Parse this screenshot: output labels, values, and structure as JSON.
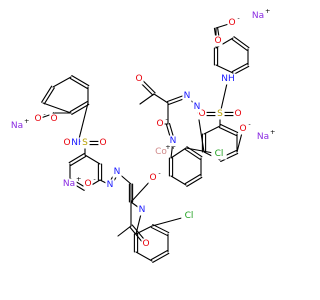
{
  "structure": {
    "atoms": [
      {
        "id": "na1",
        "t": "Na",
        "el": "Na",
        "ch": "+"
      },
      {
        "id": "na2",
        "t": "Na",
        "el": "Na",
        "ch": "+"
      },
      {
        "id": "na3",
        "t": "Na",
        "el": "Na",
        "ch": "+"
      },
      {
        "id": "na4",
        "t": "Na",
        "el": "Na",
        "ch": "+"
      },
      {
        "id": "co",
        "t": "Co",
        "el": "Co",
        "ch": "++"
      },
      {
        "id": "uo1",
        "t": "O",
        "el": "O",
        "ch": "-"
      },
      {
        "id": "uo2",
        "t": "O",
        "el": "O",
        "ch": ""
      },
      {
        "id": "unh",
        "t": "NH",
        "el": "N",
        "ch": ""
      },
      {
        "id": "us",
        "t": "S",
        "el": "S",
        "ch": ""
      },
      {
        "id": "uso1",
        "t": "O",
        "el": "O",
        "ch": ""
      },
      {
        "id": "uso2",
        "t": "O",
        "el": "O",
        "ch": ""
      },
      {
        "id": "uph",
        "t": "O",
        "el": "O",
        "ch": "-"
      },
      {
        "id": "unn1",
        "t": "N",
        "el": "N",
        "ch": ""
      },
      {
        "id": "unn2",
        "t": "N",
        "el": "N",
        "ch": ""
      },
      {
        "id": "uac",
        "t": "O",
        "el": "O",
        "ch": ""
      },
      {
        "id": "uen",
        "t": "O",
        "el": "O",
        "ch": "-"
      },
      {
        "id": "uni",
        "t": "N",
        "el": "N",
        "ch": ""
      },
      {
        "id": "ucl",
        "t": "Cl",
        "el": "Cl",
        "ch": ""
      },
      {
        "id": "lo1",
        "t": "O",
        "el": "O",
        "ch": "-"
      },
      {
        "id": "lo2",
        "t": "O",
        "el": "O",
        "ch": ""
      },
      {
        "id": "lnh",
        "t": "NH",
        "el": "N",
        "ch": ""
      },
      {
        "id": "ls",
        "t": "S",
        "el": "S",
        "ch": ""
      },
      {
        "id": "lso1",
        "t": "O",
        "el": "O",
        "ch": ""
      },
      {
        "id": "lso2",
        "t": "O",
        "el": "O",
        "ch": ""
      },
      {
        "id": "lph",
        "t": "O",
        "el": "O",
        "ch": "-"
      },
      {
        "id": "lnn1",
        "t": "N",
        "el": "N",
        "ch": ""
      },
      {
        "id": "lnn2",
        "t": "N",
        "el": "N",
        "ch": ""
      },
      {
        "id": "len",
        "t": "O",
        "el": "O",
        "ch": "-"
      },
      {
        "id": "lac",
        "t": "O",
        "el": "O",
        "ch": ""
      },
      {
        "id": "lni",
        "t": "N",
        "el": "N",
        "ch": ""
      },
      {
        "id": "lcl",
        "t": "Cl",
        "el": "Cl",
        "ch": ""
      }
    ],
    "colors": {
      "O": "#e8000b",
      "N": "#1a1aff",
      "S": "#b8a000",
      "Cl": "#1fa01f",
      "Na": "#8a2be2",
      "Co": "#d08a8a",
      "C": "#000000"
    }
  }
}
